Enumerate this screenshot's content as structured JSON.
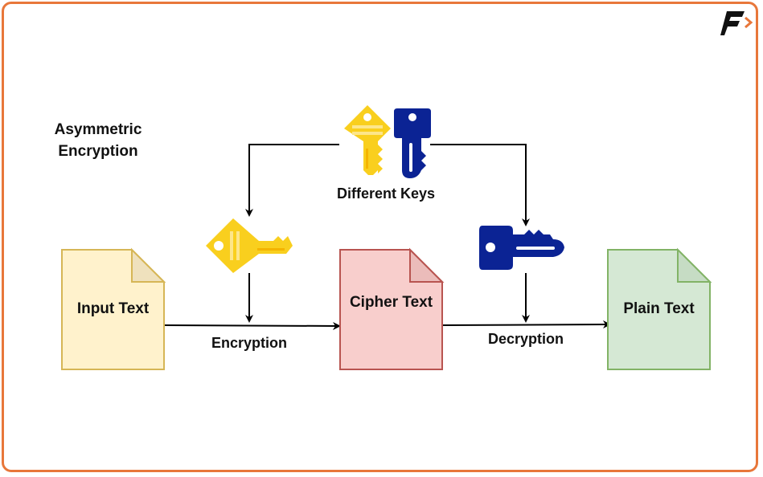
{
  "diagram": {
    "title_line1": "Asymmetric",
    "title_line2": "Encryption",
    "keys_label": "Different Keys",
    "encryption_label": "Encryption",
    "decryption_label": "Decryption",
    "documents": [
      {
        "label": "Input Text",
        "fill": "#fff2cc",
        "stroke": "#d6b656"
      },
      {
        "label": "Cipher Text",
        "fill": "#f8cecc",
        "stroke": "#b85450"
      },
      {
        "label": "Plain Text",
        "fill": "#d5e8d4",
        "stroke": "#82b366"
      }
    ],
    "keys": [
      {
        "name": "public-key",
        "color": "#f9cf1e"
      },
      {
        "name": "private-key",
        "color": "#0b2394"
      }
    ]
  },
  "brand": {
    "logo_icon": "f-arrow-logo",
    "accent": "#e8773a"
  }
}
